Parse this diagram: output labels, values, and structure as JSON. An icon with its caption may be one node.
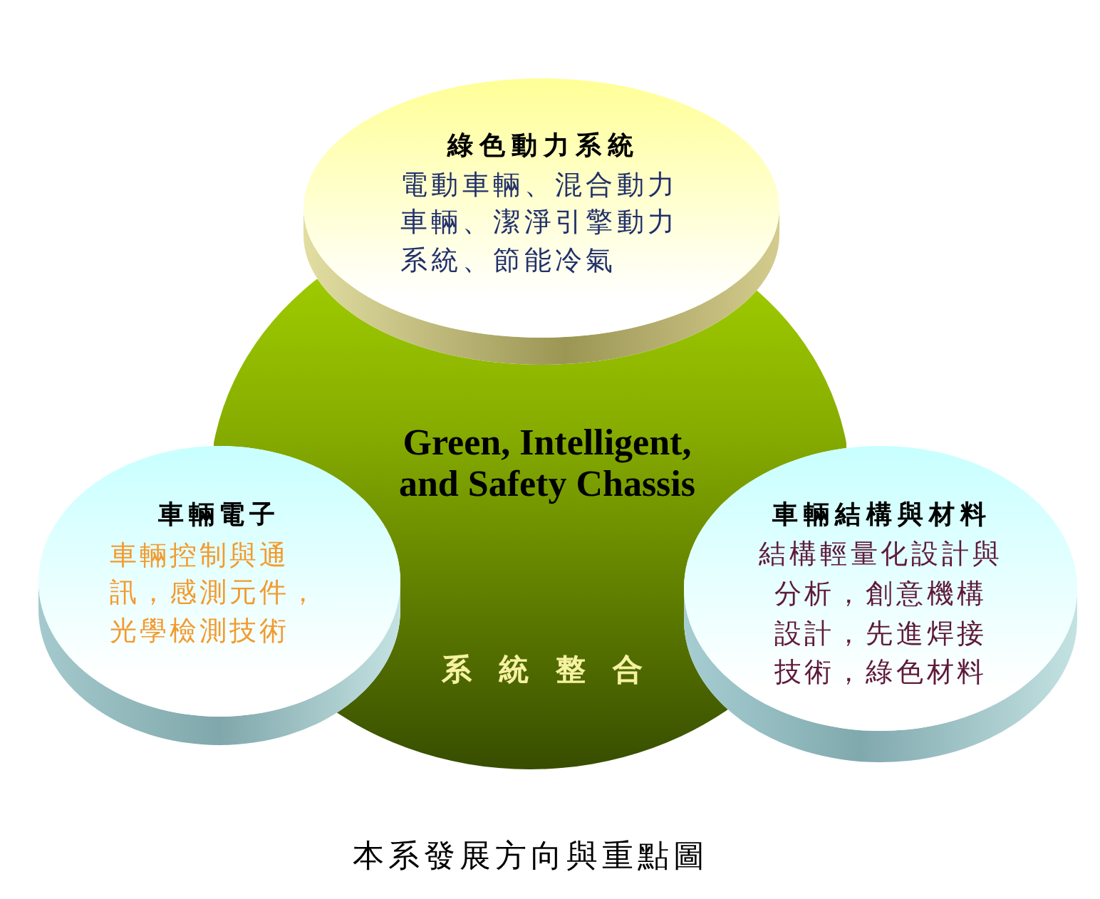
{
  "diagram": {
    "nodes": [
      {
        "text": [
          "綠色動力系統",
          "電動車輛、混合動力車輛、潔淨引擎動力系統、節能冷氣"
        ]
      },
      {
        "text": [
          "Green, Intelligent, and Safety Chassis",
          "系統整合"
        ]
      },
      {
        "text": [
          "車輛電子",
          "車輛控制與通訊，感測元件，光學檢測技術"
        ]
      },
      {
        "text": [
          "車輛結構與材料",
          "結構輕量化設計與分析，創意機構設計，先進焊接技術，綠色材料"
        ]
      }
    ],
    "caption": "本系發展方向與重點圖"
  }
}
